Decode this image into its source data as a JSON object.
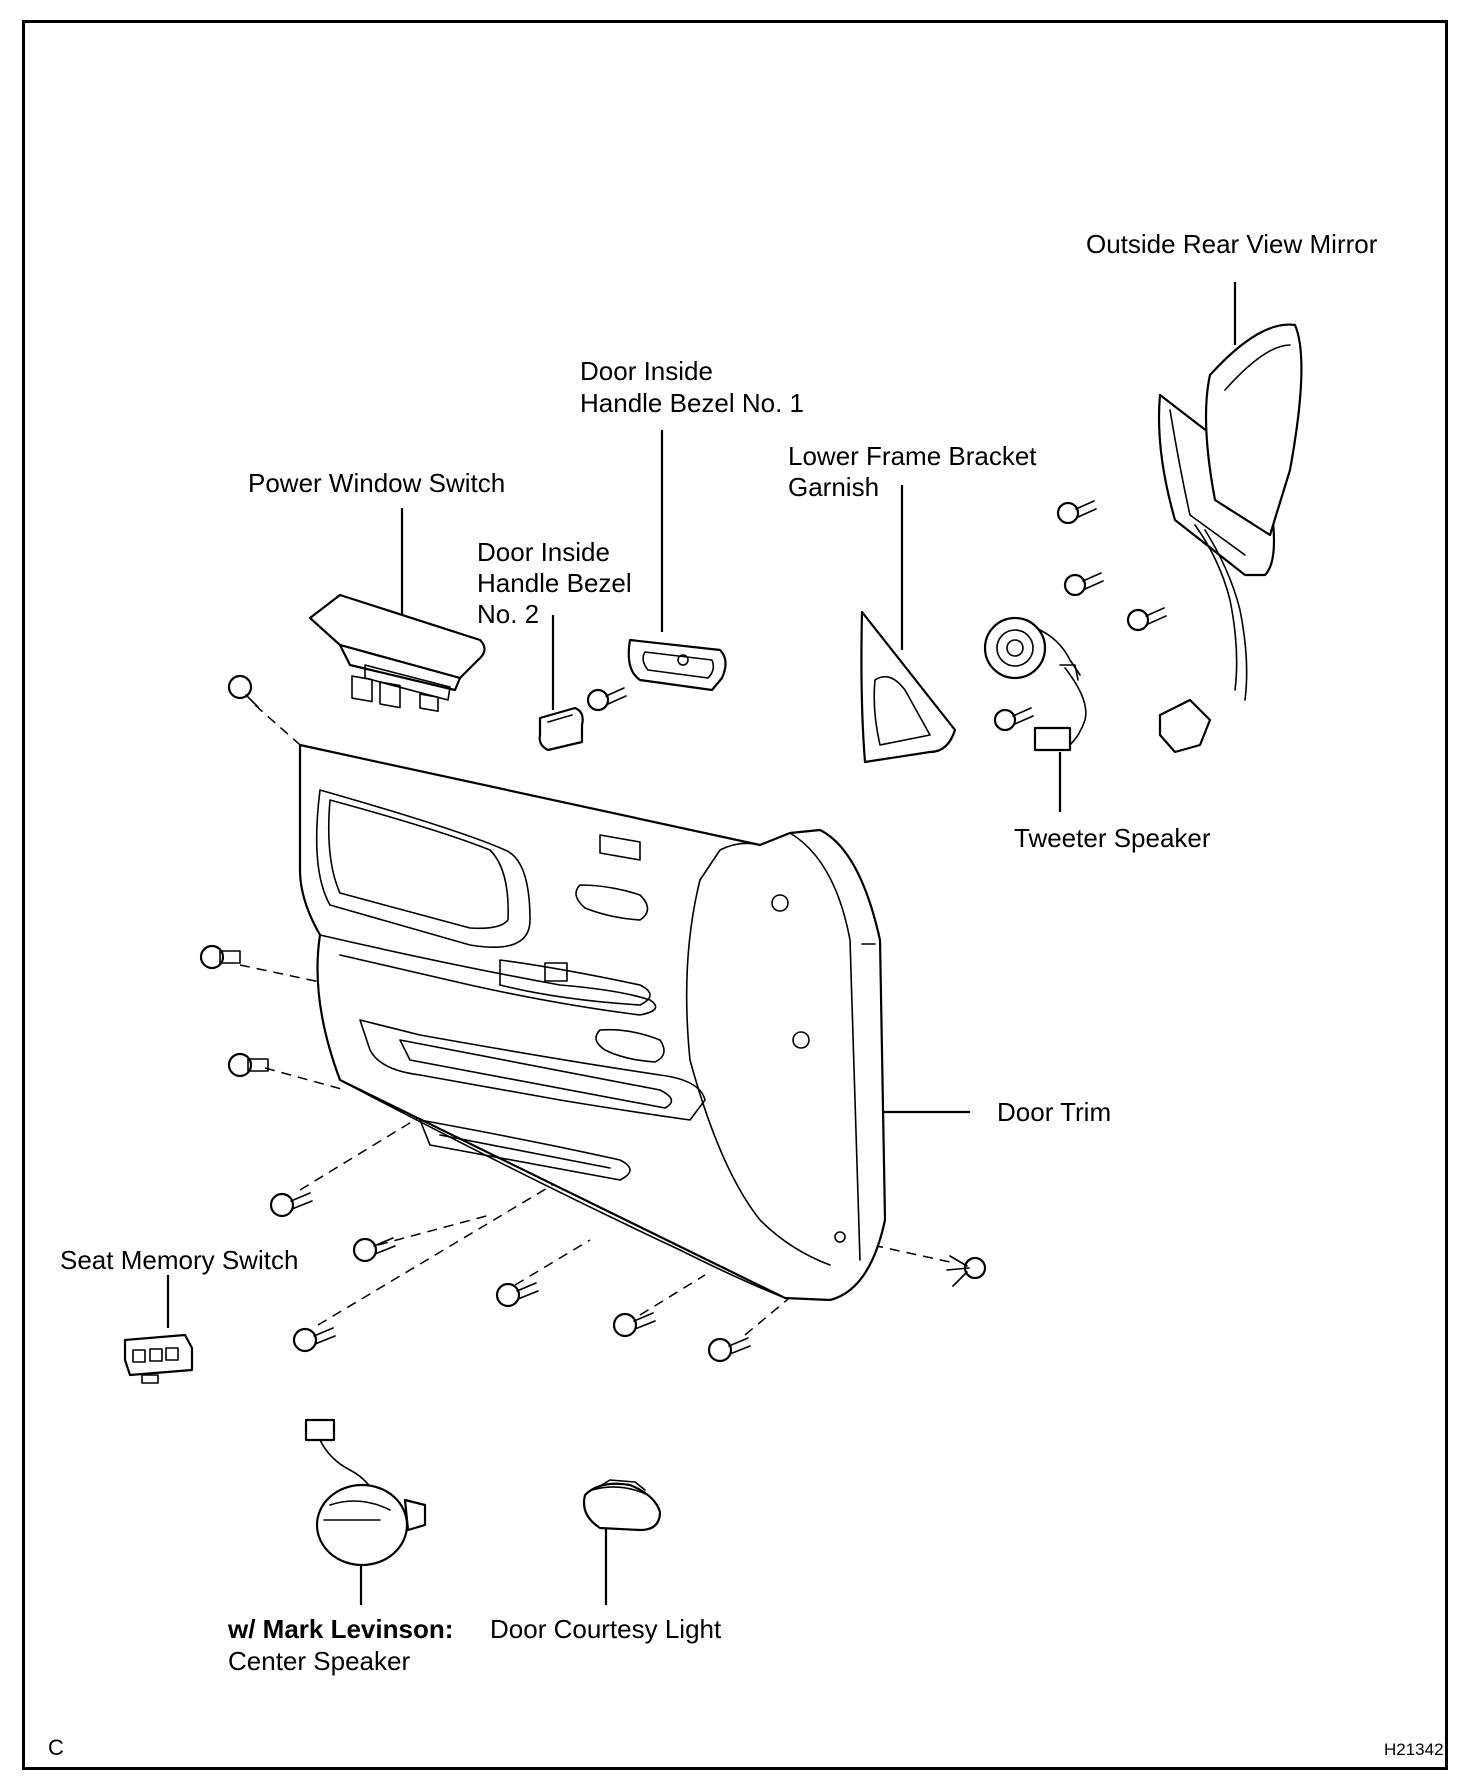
{
  "labels": {
    "outside_mirror": "Outside Rear View Mirror",
    "bezel1_line1": "Door Inside",
    "bezel1_line2": "Handle Bezel No. 1",
    "lower_frame_line1": "Lower Frame Bracket",
    "lower_frame_line2": "Garnish",
    "power_window": "Power Window Switch",
    "bezel2_line1": "Door Inside",
    "bezel2_line2": "Handle Bezel",
    "bezel2_line3": "No. 2",
    "tweeter": "Tweeter Speaker",
    "door_trim": "Door Trim",
    "seat_memory": "Seat Memory Switch",
    "center_prefix": "w/ Mark Levinson:",
    "center_speaker": "Center Speaker",
    "courtesy_light": "Door Courtesy Light"
  },
  "footer": {
    "corner_letter": "C",
    "figure_code": "H21342"
  }
}
